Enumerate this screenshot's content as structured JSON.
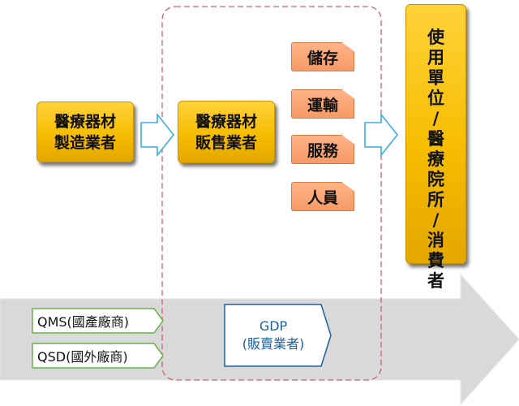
{
  "manufacturer": {
    "line1": "醫療器材",
    "line2": "製造業者"
  },
  "seller": {
    "line1": "醫療器材",
    "line2": "販售業者"
  },
  "tags": [
    "儲存",
    "運輸",
    "服務",
    "人員"
  ],
  "end_user": {
    "chars": [
      "使",
      "用",
      "單",
      "位",
      "/",
      "醫",
      "療",
      "院",
      "所",
      "/",
      "消",
      "費",
      "者"
    ]
  },
  "standards": {
    "qms": "QMS(國產廠商)",
    "qsd": "QSD(國外廠商)"
  },
  "gdp": {
    "line1": "GDP",
    "line2": "(販賣業者)"
  },
  "colors": {
    "gold": "#f6bd00",
    "orange_tag": "#f59a66",
    "arrow_blue": "#3aaee0",
    "gdp_blue": "#1d5f9e",
    "dashed_border": "#d06070",
    "gray_band": "#d7d7d7",
    "green_border": "#6ab04c"
  }
}
